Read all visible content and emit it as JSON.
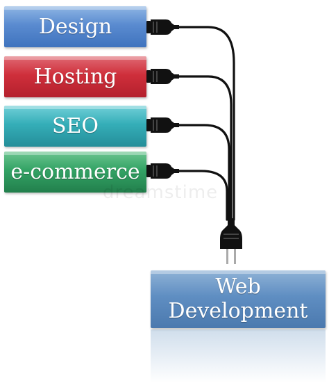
{
  "categories": [
    {
      "label": "Design"
    },
    {
      "label": "Hosting"
    },
    {
      "label": "SEO"
    },
    {
      "label": "e-commerce"
    }
  ],
  "target": {
    "line1": "Web",
    "line2": "Development"
  },
  "watermark": "dreamstime"
}
